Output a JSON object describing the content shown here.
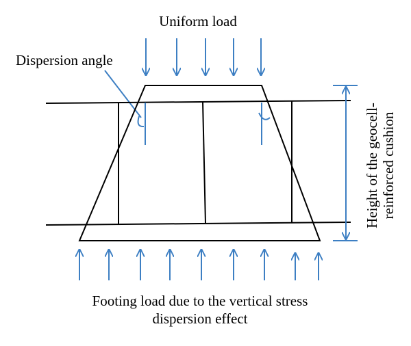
{
  "labels": {
    "uniform_load": "Uniform load",
    "dispersion_angle": "Dispersion angle",
    "height_line1": "Height of the geocell-",
    "height_line2": "reinforced cushion",
    "footing_line1": "Footing load due to the vertical stress",
    "footing_line2": "dispersion effect"
  },
  "colors": {
    "arrow": "#3d7fc3",
    "line": "#000000"
  },
  "arrows": {
    "top_count": 5,
    "bottom_count": 9
  }
}
